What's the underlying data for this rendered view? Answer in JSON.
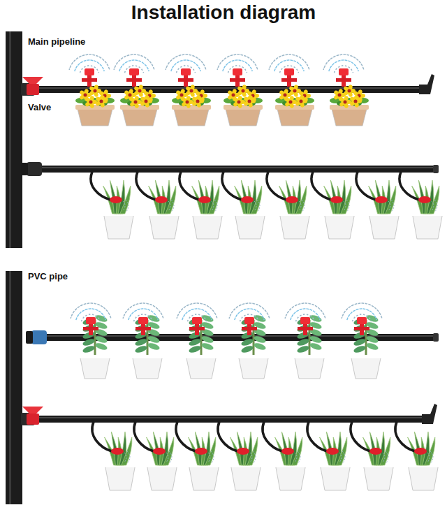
{
  "diagram": {
    "title": "Installation diagram",
    "labels": [
      "Main pipeline",
      "Valve",
      "PVC pipe"
    ]
  }
}
